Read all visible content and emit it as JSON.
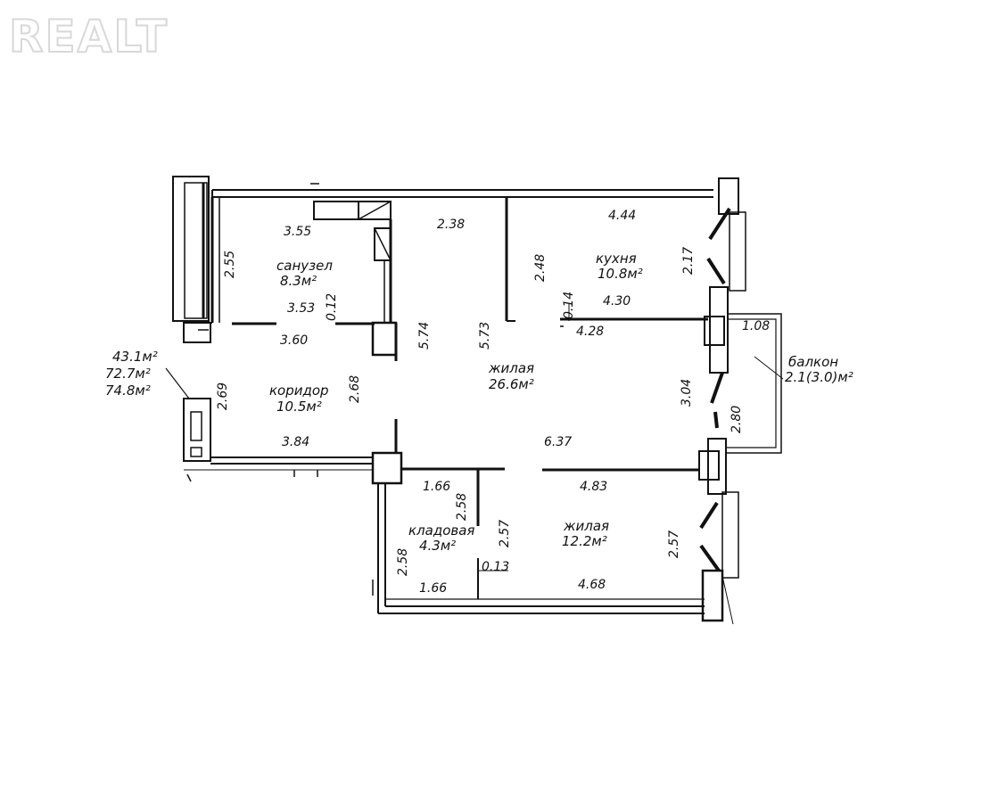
{
  "watermark": "REALT",
  "totals": {
    "living_area": "43.1м²",
    "total_area": "72.7м²",
    "total_with_balcony": "74.8м²"
  },
  "rooms": {
    "bathroom": {
      "name": "санузел",
      "area": "8.3м²"
    },
    "kitchen": {
      "name": "кухня",
      "area": "10.8м²"
    },
    "living_large": {
      "name": "жилая",
      "area": "26.6м²"
    },
    "corridor": {
      "name": "коридор",
      "area": "10.5м²"
    },
    "balcony": {
      "name": "балкон",
      "area": "2.1(3.0)м²"
    },
    "storage": {
      "name": "кладовая",
      "area": "4.3м²"
    },
    "living_small": {
      "name": "жилая",
      "area": "12.2м²"
    }
  },
  "dimensions": {
    "bath_top": "3.55",
    "bath_bottom": "3.53",
    "bath_left": "2.55",
    "bath_wall": "0.12",
    "hall_top": "2.38",
    "corr_top": "3.60",
    "corr_left": "2.69",
    "corr_right": "2.68",
    "corr_bottom": "3.84",
    "hall_right": "5.74",
    "living_left": "5.73",
    "kitchen_left": "2.48",
    "kitchen_top": "4.44",
    "kitchen_right": "2.17",
    "kitchen_bottom": "4.30",
    "kitchen_wall": "0.14",
    "living_top": "4.28",
    "living_right": "3.04",
    "living_bottom": "6.37",
    "balcony_top": "1.08",
    "balcony_right": "2.80",
    "storage_top": "1.66",
    "storage_right": "2.58",
    "storage_left": "2.58",
    "storage_bottom": "1.66",
    "storage_wall": "0.13",
    "small_left": "2.57",
    "small_top": "4.83",
    "small_right": "2.57",
    "small_bottom": "4.68"
  }
}
